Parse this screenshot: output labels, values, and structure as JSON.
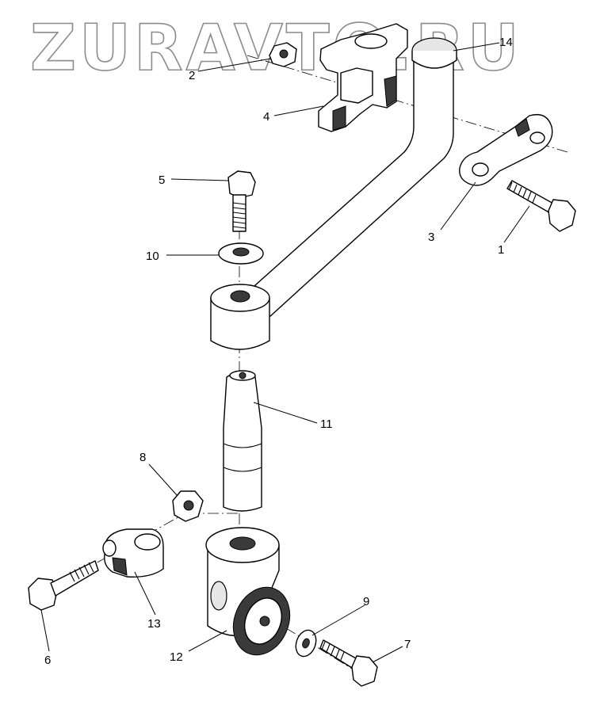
{
  "watermark": "ZURAVTO.RU",
  "callouts": {
    "p1": "1",
    "p2": "2",
    "p3": "3",
    "p4": "4",
    "p5": "5",
    "p6": "6",
    "p7": "7",
    "p8": "8",
    "p9": "9",
    "p10": "10",
    "p11": "11",
    "p12": "12",
    "p13": "13",
    "p14": "14"
  }
}
